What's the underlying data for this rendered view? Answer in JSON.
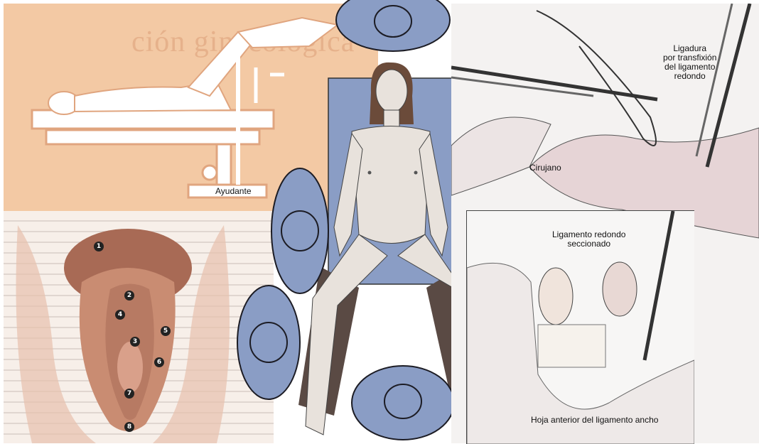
{
  "positioning": {
    "ghost_heading": "ción ginecológica",
    "assistant_label": "Ayudante"
  },
  "anatomy": {
    "markers": [
      "1",
      "2",
      "3",
      "4",
      "5",
      "6",
      "7",
      "8"
    ]
  },
  "surgery": {
    "ligature_label": [
      "Ligadura",
      "por transfixión",
      "del ligamento",
      "redondo"
    ],
    "surgeon_label": "Cirujano",
    "ligament_sectioned_label": [
      "Ligamento redondo",
      "seccionado"
    ],
    "broad_ligament_label": "Hoja anterior del ligamento ancho"
  },
  "colors": {
    "skin_panel": "#f3c9a4",
    "figure_white": "#ffffff",
    "team_blue": "#8a9dc5",
    "anatomy_skin": "#c98c72",
    "patient_skin": "#e8e2dc"
  }
}
